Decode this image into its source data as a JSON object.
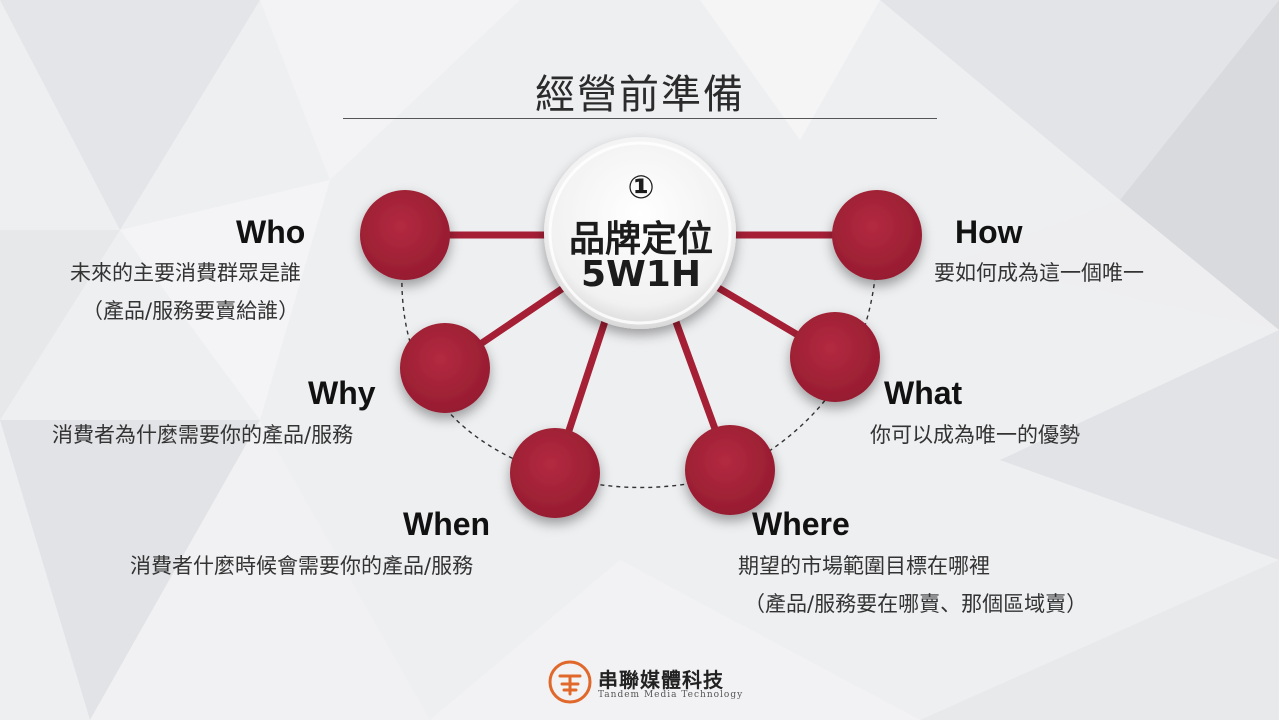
{
  "slide": {
    "title": "經營前準備",
    "center": {
      "number": "①",
      "title": "品牌定位",
      "subtitle": "5W1H"
    },
    "items": {
      "who": {
        "label": "Who",
        "desc_line1": "未來的主要消費群眾是誰",
        "desc_line2": "（產品/服務要賣給誰）"
      },
      "why": {
        "label": "Why",
        "desc_line1": "消費者為什麼需要你的產品/服務"
      },
      "when": {
        "label": "When",
        "desc_line1": "消費者什麼時候會需要你的產品/服務"
      },
      "where": {
        "label": "Where",
        "desc_line1": "期望的市場範圍目標在哪裡",
        "desc_line2": "（產品/服務要在哪賣、那個區域賣）"
      },
      "what": {
        "label": "What",
        "desc_line1": "你可以成為唯一的優勢"
      },
      "how": {
        "label": "How",
        "desc_line1": "要如何成為這一個唯一"
      }
    },
    "logo": {
      "name": "串聯媒體科技",
      "english": "Tandem Media Technology"
    },
    "colors": {
      "node": "#a51f35",
      "connector": "#a51f35",
      "background": "#eeeff1",
      "text": "#333333"
    }
  }
}
